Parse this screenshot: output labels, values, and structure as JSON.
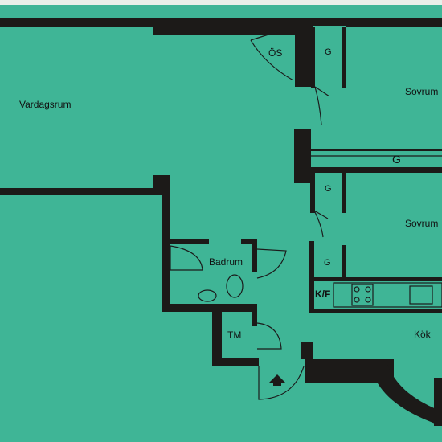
{
  "colors": {
    "floor": "#3fb596",
    "wall": "#1c1a18",
    "fixture_line": "#1b1b1b",
    "paper_edge": "#e9efe9"
  },
  "rooms": {
    "vardagsrum": "Vardagsrum",
    "os": "ÖS",
    "g_top": "G",
    "sovrum_top": "Sovrum",
    "g_hall": "G",
    "g_mid": "G",
    "sovrum_bottom": "Sovrum",
    "badrum": "Badrum",
    "g_lower": "G",
    "kf": "K/F",
    "tm": "TM",
    "kok": "Kök"
  },
  "icons": {
    "entrance": "entrance-arrow-icon"
  }
}
